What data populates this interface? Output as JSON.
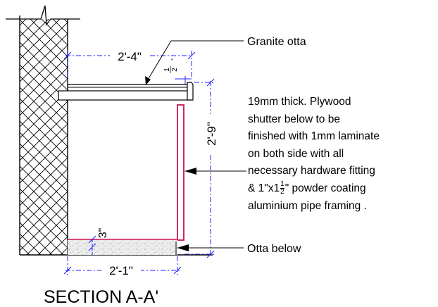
{
  "labels": {
    "granite": "Granite otta",
    "otta_below": "Otta below",
    "section_title": "SECTION A-A'"
  },
  "dimensions": {
    "top_width": "2'-4\"",
    "bottom_width": "2'-1\"",
    "height": "2'-9\"",
    "otta_thickness": "3\"",
    "slab_thickness_num": "1",
    "slab_thickness_den": "2"
  },
  "note": {
    "line1": "19mm thick. Plywood",
    "line2": "shutter below to be",
    "line3": "finished with 1mm laminate",
    "line4": "on both side with all",
    "line5": "necessary hardware fitting",
    "line6_pre": "& 1\"x1",
    "line6_num": "1",
    "line6_den": "2",
    "line6_post": "\" powder coating",
    "line7": "aluminium pipe framing ."
  },
  "colors": {
    "line": "#000000",
    "dimension": "#1f1fff",
    "shutter": "#cc1155",
    "fill_otta": "#e6e6e6"
  }
}
